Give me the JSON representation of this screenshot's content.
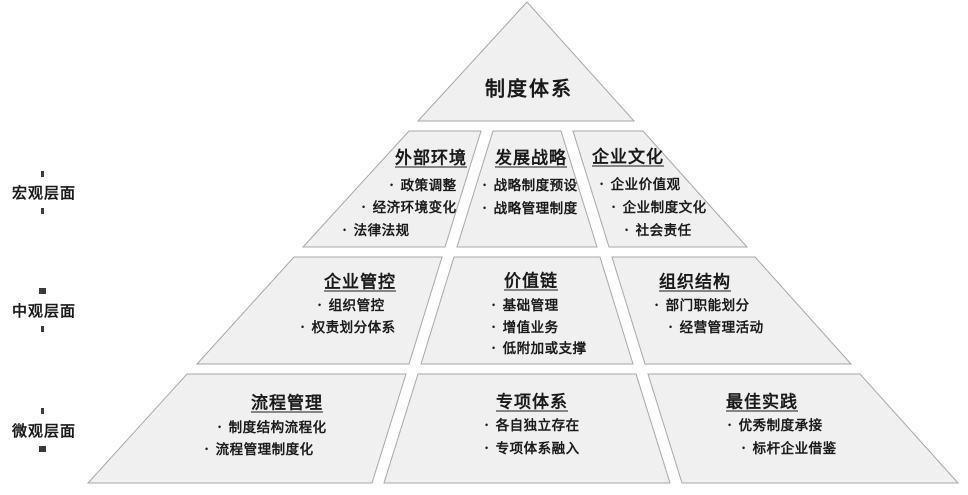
{
  "title": "制度体系",
  "levels": [
    {
      "label": "宏观层面"
    },
    {
      "label": "中观层面"
    },
    {
      "label": "微观层面"
    }
  ],
  "tiers": [
    {
      "cells": [
        {
          "heading": "外部环境",
          "bullets": [
            "政策调整",
            "经济环境变化",
            "法律法规"
          ]
        },
        {
          "heading": "发展战略",
          "bullets": [
            "战略制度预设",
            "战略管理制度"
          ]
        },
        {
          "heading": "企业文化",
          "bullets": [
            "企业价值观",
            "企业制度文化",
            "社会责任"
          ]
        }
      ]
    },
    {
      "cells": [
        {
          "heading": "企业管控",
          "bullets": [
            "组织管控",
            "权责划分体系"
          ]
        },
        {
          "heading": "价值链",
          "bullets": [
            "基础管理",
            "增值业务",
            "低附加或支撑"
          ]
        },
        {
          "heading": "组织结构",
          "bullets": [
            "部门职能划分",
            "经营管理活动"
          ]
        }
      ]
    },
    {
      "cells": [
        {
          "heading": "流程管理",
          "bullets": [
            "制度结构流程化",
            "流程管理制度化"
          ]
        },
        {
          "heading": "专项体系",
          "bullets": [
            "各自独立存在",
            "专项体系融入"
          ]
        },
        {
          "heading": "最佳实践",
          "bullets": [
            "优秀制度承接",
            "标杆企业借鉴"
          ]
        }
      ]
    }
  ],
  "colors": {
    "background": "#ffffff",
    "cell_fill": "#f0f0f0",
    "cell_border": "#a8a8a8",
    "text": "#1a1a1a"
  }
}
